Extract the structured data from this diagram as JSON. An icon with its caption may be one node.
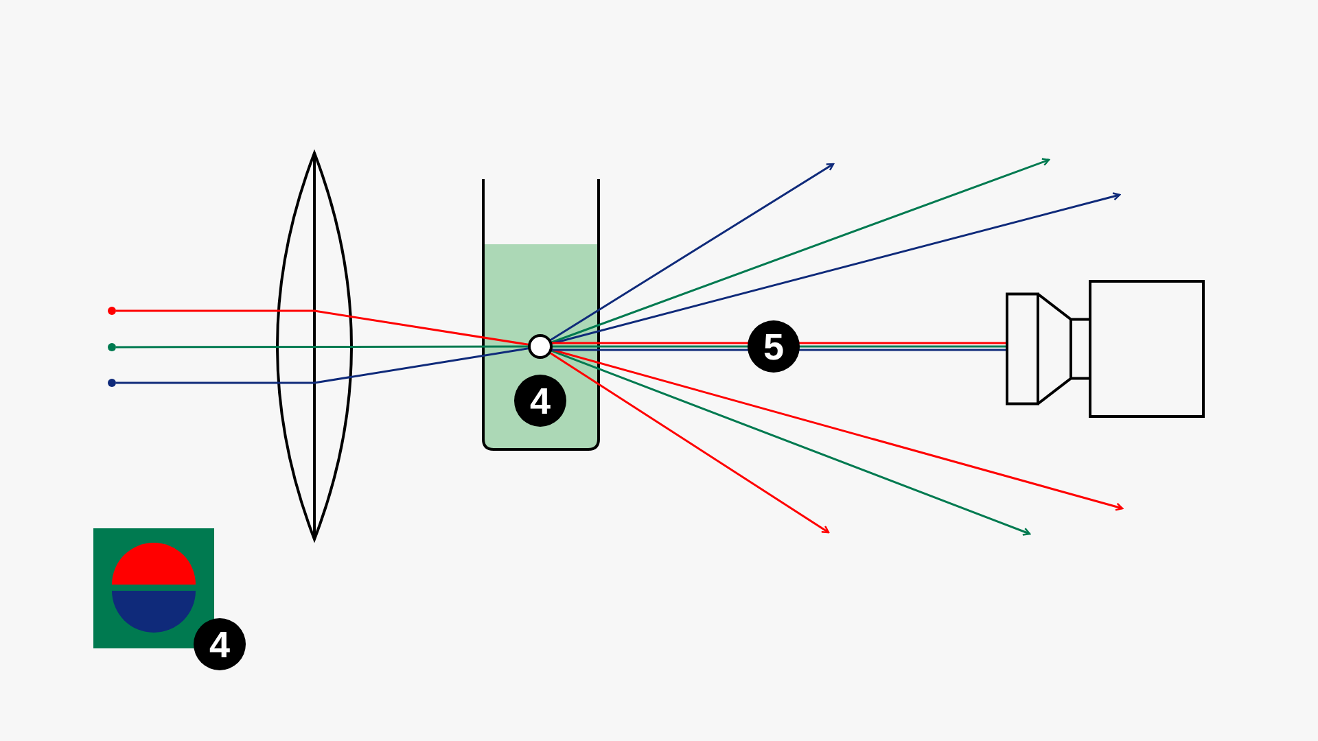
{
  "diagram": {
    "nodes": [
      {
        "text": [],
        "shape": "circle"
      },
      {
        "text": [],
        "shape": "circle"
      },
      {
        "text": [],
        "shape": "circle"
      },
      {
        "text": [],
        "shape": "circle"
      },
      {
        "text": [],
        "shape": "camera"
      }
    ],
    "edges": [
      {
        "from": 0,
        "to": 3,
        "arrow": "none",
        "color": "#ff0000"
      },
      {
        "from": 1,
        "to": 3,
        "arrow": "none",
        "color": "#007a50"
      },
      {
        "from": 2,
        "to": 3,
        "arrow": "none",
        "color": "#0f2a7a"
      },
      {
        "from": 3,
        "to": null,
        "arrow": "to",
        "color": "#0f2a7a"
      },
      {
        "from": 3,
        "to": null,
        "arrow": "to",
        "color": "#007a50"
      },
      {
        "from": 3,
        "to": null,
        "arrow": "to",
        "color": "#0f2a7a"
      },
      {
        "from": 3,
        "to": null,
        "arrow": "to",
        "color": "#ff0000"
      },
      {
        "from": 3,
        "to": null,
        "arrow": "to",
        "color": "#007a50"
      },
      {
        "from": 3,
        "to": null,
        "arrow": "to",
        "color": "#ff0000"
      },
      {
        "from": 3,
        "to": 4,
        "arrow": "none",
        "color": "#ff0000"
      },
      {
        "from": 3,
        "to": 4,
        "arrow": "none",
        "color": "#007a50"
      },
      {
        "from": 3,
        "to": 4,
        "arrow": "none",
        "color": "#0f2a7a"
      }
    ],
    "labels": [
      "4",
      "5",
      "4"
    ]
  }
}
